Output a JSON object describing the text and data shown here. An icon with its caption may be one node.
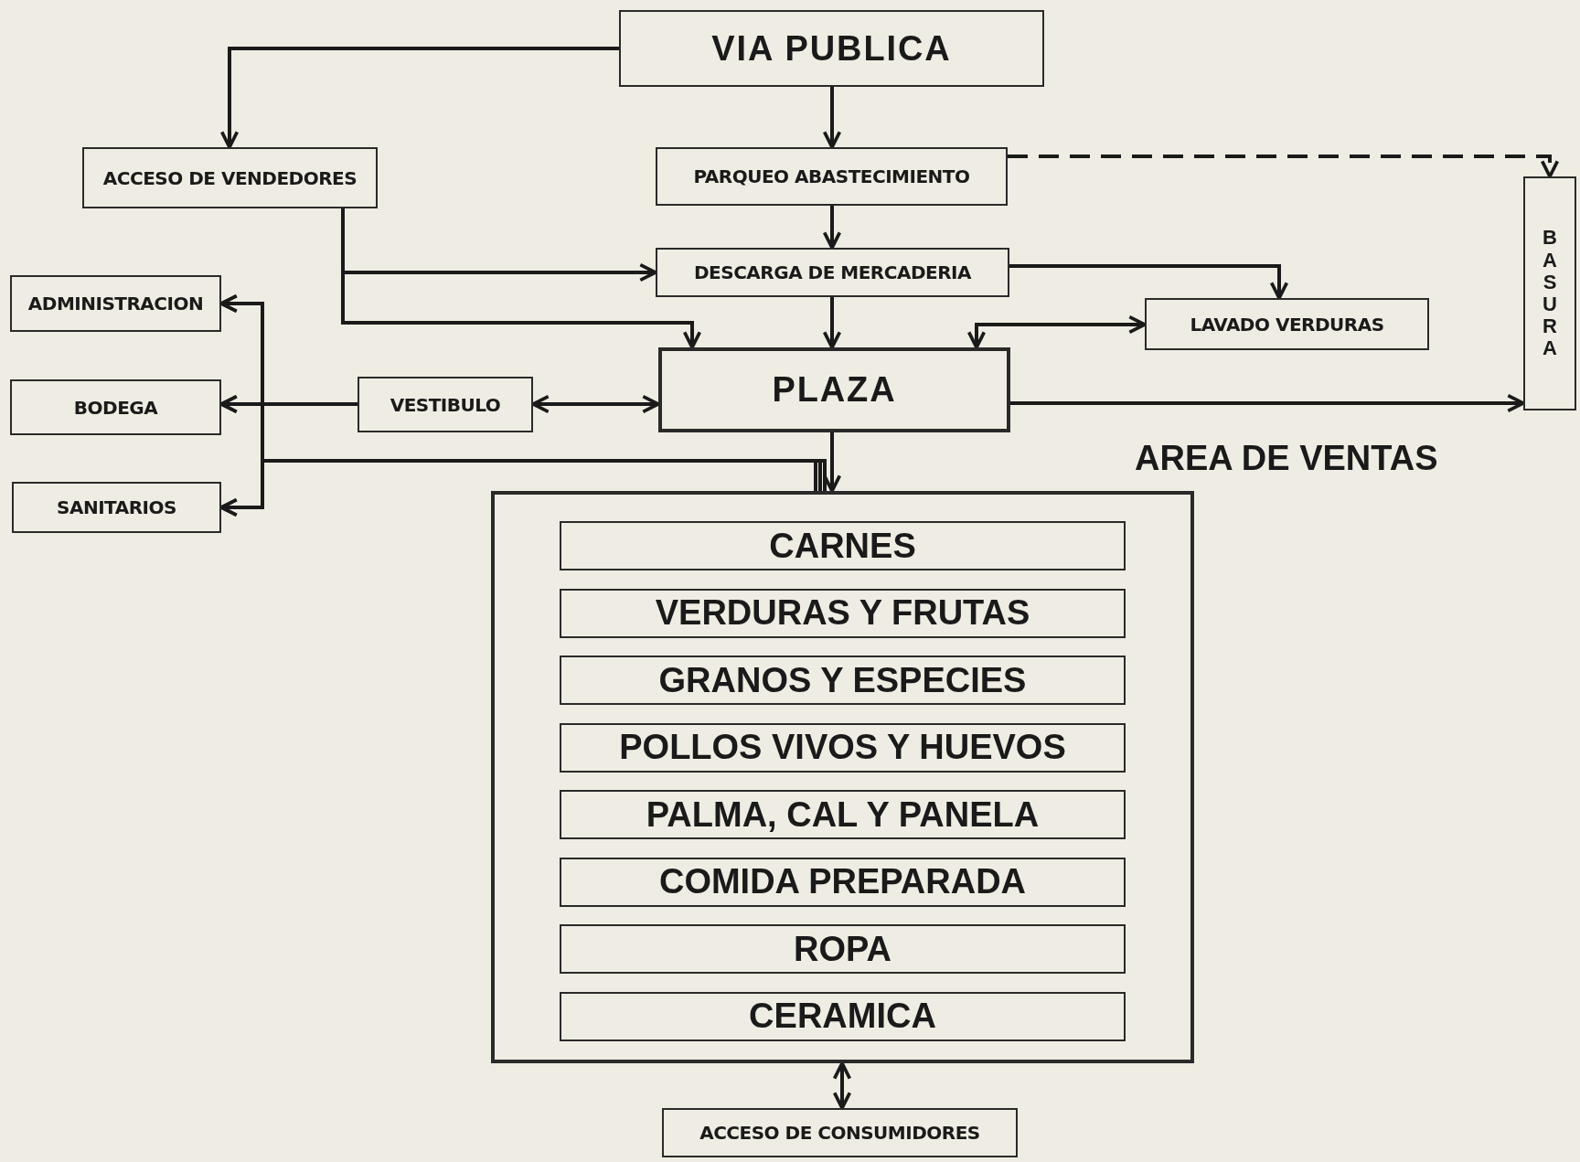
{
  "diagram": {
    "nodes": [
      {
        "text": [
          "VIA PUBLICA"
        ]
      },
      {
        "text": [
          "ACCESO DE VENDEDORES"
        ]
      },
      {
        "text": [
          "PARQUEO ABASTECIMIENTO"
        ]
      },
      {
        "text": [
          "BASURA"
        ]
      },
      {
        "text": [
          "ADMINISTRACION"
        ]
      },
      {
        "text": [
          "DESCARGA DE MERCADERIA"
        ]
      },
      {
        "text": [
          "LAVADO VERDURAS"
        ]
      },
      {
        "text": [
          "PLAZA"
        ]
      },
      {
        "text": [
          "VESTIBULO"
        ]
      },
      {
        "text": [
          "BODEGA"
        ]
      },
      {
        "text": [
          "SANITARIOS"
        ]
      },
      {
        "text": [
          "AREA DE VENTAS"
        ]
      },
      {
        "text": [
          "CARNES"
        ],
        "in": 11
      },
      {
        "text": [
          "VERDURAS Y FRUTAS"
        ],
        "in": 11
      },
      {
        "text": [
          "GRANOS Y ESPECIES"
        ],
        "in": 11
      },
      {
        "text": [
          "POLLOS VIVOS Y HUEVOS"
        ],
        "in": 11
      },
      {
        "text": [
          "PALMA, CAL Y PANELA"
        ],
        "in": 11
      },
      {
        "text": [
          "COMIDA PREPARADA"
        ],
        "in": 11
      },
      {
        "text": [
          "ROPA"
        ],
        "in": 11
      },
      {
        "text": [
          "CERAMICA"
        ],
        "in": 11
      },
      {
        "text": [
          "ACCESO DE CONSUMIDORES"
        ]
      }
    ],
    "edges": [
      {
        "from": 0,
        "to": 1,
        "arrow": "to"
      },
      {
        "from": 0,
        "to": 2,
        "arrow": "to"
      },
      {
        "from": 2,
        "to": 3,
        "arrow": "to",
        "style": "dashed"
      },
      {
        "from": 2,
        "to": 5,
        "arrow": "to"
      },
      {
        "from": 1,
        "to": 5,
        "arrow": "to"
      },
      {
        "from": 1,
        "to": 7,
        "arrow": "to"
      },
      {
        "from": 5,
        "to": 7,
        "arrow": "to"
      },
      {
        "from": 5,
        "to": 6,
        "arrow": "to"
      },
      {
        "from": 6,
        "to": 7,
        "arrow": "both"
      },
      {
        "from": 7,
        "to": 3,
        "arrow": "to"
      },
      {
        "from": 8,
        "to": 7,
        "arrow": "both"
      },
      {
        "from": 8,
        "to": 4,
        "arrow": "to"
      },
      {
        "from": 8,
        "to": 9,
        "arrow": "to"
      },
      {
        "from": 8,
        "to": 10,
        "arrow": "to"
      },
      {
        "from": 7,
        "to": 11,
        "arrow": "to"
      },
      {
        "from": 11,
        "to": 4,
        "arrow": "to"
      },
      {
        "from": 11,
        "to": 9,
        "arrow": "to"
      },
      {
        "from": 11,
        "to": 10,
        "arrow": "to"
      },
      {
        "from": 11,
        "to": 20,
        "arrow": "both"
      }
    ]
  }
}
